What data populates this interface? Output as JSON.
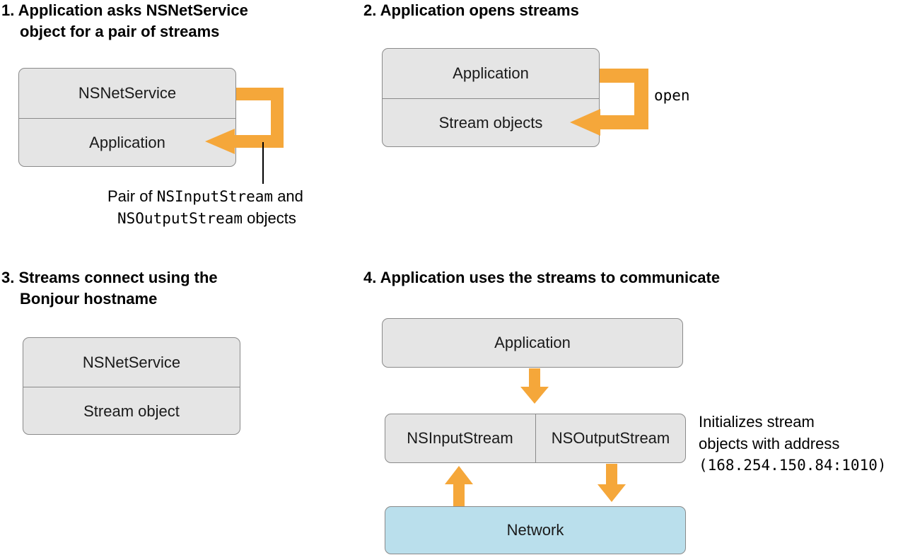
{
  "colors": {
    "arrow": "#f5a73a",
    "box_fill": "#e5e5e5",
    "network_fill": "#badfec",
    "box_border": "#8a8a8a"
  },
  "step1": {
    "heading_line1": "1. Application asks NSNetService",
    "heading_line2": "object for a pair of streams",
    "top_cell": "NSNetService",
    "bottom_cell": "Application",
    "callout_pre": "Pair of ",
    "callout_code1": "NSInputStream",
    "callout_mid": " and",
    "callout_code2": "NSOutputStream",
    "callout_post": " objects"
  },
  "step2": {
    "heading": "2. Application opens streams",
    "top_cell": "Application",
    "bottom_cell": "Stream objects",
    "arrow_label": "open"
  },
  "step3": {
    "heading_line1": "3. Streams connect using the",
    "heading_line2": "Bonjour hostname",
    "top_cell": "NSNetService",
    "bottom_cell": "Stream object"
  },
  "step4": {
    "heading": "4. Application uses the streams to communicate",
    "application": "Application",
    "input_stream": "NSInputStream",
    "output_stream": "NSOutputStream",
    "network": "Network",
    "note_line1": "Initializes stream",
    "note_line2": "objects with address",
    "note_address": "(168.254.150.84:1010)"
  }
}
